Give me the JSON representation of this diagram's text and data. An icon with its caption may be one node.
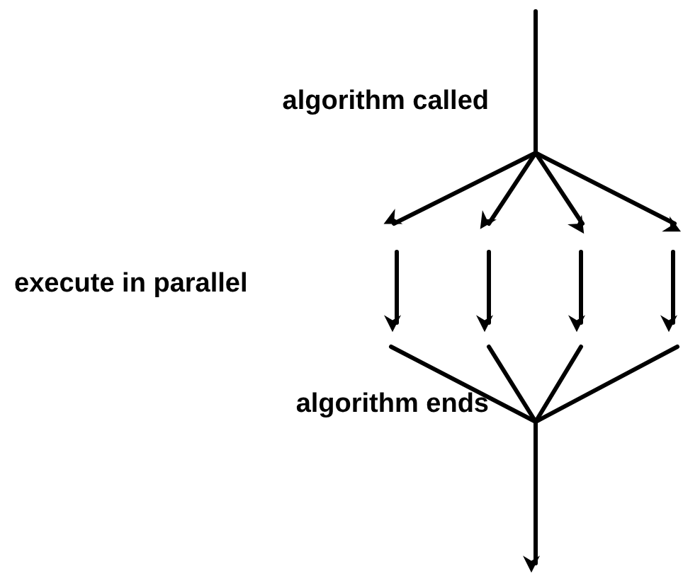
{
  "diagram": {
    "labels": [
      "algorithm called",
      "execute in parallel",
      "algorithm ends"
    ]
  }
}
